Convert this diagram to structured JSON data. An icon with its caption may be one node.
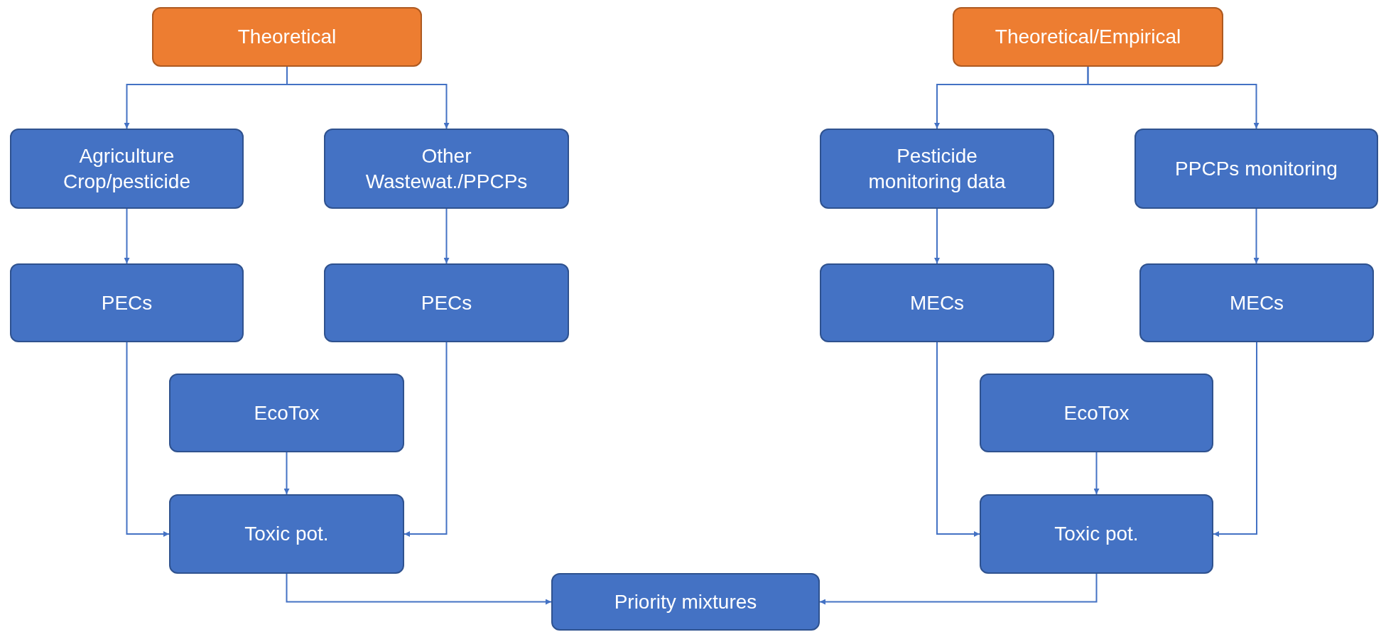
{
  "diagram": {
    "nodes": [
      {
        "text": [
          "Theoretical"
        ]
      },
      {
        "text": [
          "Theoretical/Empirical"
        ]
      },
      {
        "text": [
          "Agriculture Crop/pesticide"
        ]
      },
      {
        "text": [
          "Other Wastewat./PPCPs"
        ]
      },
      {
        "text": [
          "Pesticide monitoring data"
        ]
      },
      {
        "text": [
          "PPCPs monitoring"
        ]
      },
      {
        "text": [
          "PECs"
        ]
      },
      {
        "text": [
          "PECs"
        ]
      },
      {
        "text": [
          "MECs"
        ]
      },
      {
        "text": [
          "MECs"
        ]
      },
      {
        "text": [
          "EcoTox"
        ]
      },
      {
        "text": [
          "Toxic pot."
        ]
      },
      {
        "text": [
          "EcoTox"
        ]
      },
      {
        "text": [
          "Toxic pot."
        ]
      },
      {
        "text": [
          "Priority mixtures"
        ]
      }
    ],
    "edges": [
      {
        "from": 0,
        "to": 2,
        "arrow": "to"
      },
      {
        "from": 0,
        "to": 3,
        "arrow": "to"
      },
      {
        "from": 1,
        "to": 4,
        "arrow": "to"
      },
      {
        "from": 1,
        "to": 5,
        "arrow": "to"
      },
      {
        "from": 2,
        "to": 6,
        "arrow": "to"
      },
      {
        "from": 3,
        "to": 7,
        "arrow": "to"
      },
      {
        "from": 4,
        "to": 8,
        "arrow": "to"
      },
      {
        "from": 5,
        "to": 9,
        "arrow": "to"
      },
      {
        "from": 6,
        "to": 11,
        "arrow": "to"
      },
      {
        "from": 7,
        "to": 11,
        "arrow": "to"
      },
      {
        "from": 10,
        "to": 11,
        "arrow": "to"
      },
      {
        "from": 8,
        "to": 13,
        "arrow": "to"
      },
      {
        "from": 9,
        "to": 13,
        "arrow": "to"
      },
      {
        "from": 12,
        "to": 13,
        "arrow": "to"
      },
      {
        "from": 11,
        "to": 14,
        "arrow": "to"
      },
      {
        "from": 13,
        "to": 14,
        "arrow": "to"
      }
    ]
  }
}
